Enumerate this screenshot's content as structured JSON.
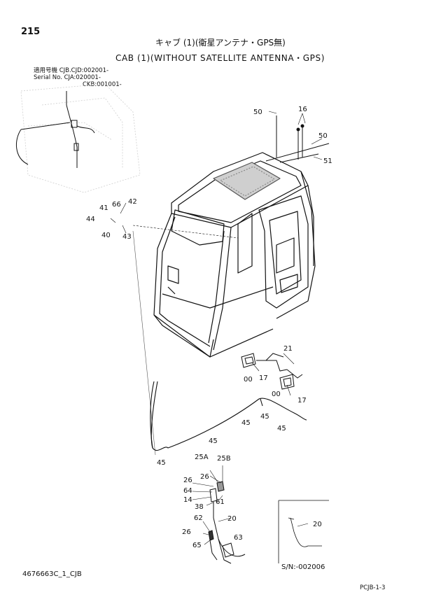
{
  "page": {
    "number": "215",
    "title_jp": "キャブ (1)(衛星アンテナ・GPS無)",
    "title_en": "CAB (1)(WITHOUT SATELLITE ANTENNA・GPS)",
    "serial_block": {
      "line1": "適用号機 CJB.CJD:002001-",
      "line2": "Serial No.    CJA:020001-",
      "line3": "CKB:001001-"
    },
    "document_id": "4676663C_1_CJB",
    "inset_serial": "S/N:-002006",
    "page_code": "PCJB-1-3"
  },
  "callouts": [
    {
      "id": "c16",
      "label": "16"
    },
    {
      "id": "c50a",
      "label": "50"
    },
    {
      "id": "c50b",
      "label": "50"
    },
    {
      "id": "c51",
      "label": "51"
    },
    {
      "id": "c42",
      "label": "42"
    },
    {
      "id": "c66",
      "label": "66"
    },
    {
      "id": "c41",
      "label": "41"
    },
    {
      "id": "c44",
      "label": "44"
    },
    {
      "id": "c40",
      "label": "40"
    },
    {
      "id": "c43",
      "label": "43"
    },
    {
      "id": "c21",
      "label": "21"
    },
    {
      "id": "c00a",
      "label": "00"
    },
    {
      "id": "c17a",
      "label": "17"
    },
    {
      "id": "c00b",
      "label": "00"
    },
    {
      "id": "c17b",
      "label": "17"
    },
    {
      "id": "c45a",
      "label": "45"
    },
    {
      "id": "c45b",
      "label": "45"
    },
    {
      "id": "c45c",
      "label": "45"
    },
    {
      "id": "c45d",
      "label": "45"
    },
    {
      "id": "c45e",
      "label": "45"
    },
    {
      "id": "c25A",
      "label": "25A"
    },
    {
      "id": "c25B",
      "label": "25B"
    },
    {
      "id": "c26a",
      "label": "26"
    },
    {
      "id": "c26b",
      "label": "26"
    },
    {
      "id": "c64",
      "label": "64"
    },
    {
      "id": "c14",
      "label": "14"
    },
    {
      "id": "c61",
      "label": "61"
    },
    {
      "id": "c38",
      "label": "38"
    },
    {
      "id": "c20a",
      "label": "20"
    },
    {
      "id": "c62",
      "label": "62"
    },
    {
      "id": "c26c",
      "label": "26"
    },
    {
      "id": "c63",
      "label": "63"
    },
    {
      "id": "c65",
      "label": "65"
    },
    {
      "id": "c20b",
      "label": "20"
    }
  ]
}
